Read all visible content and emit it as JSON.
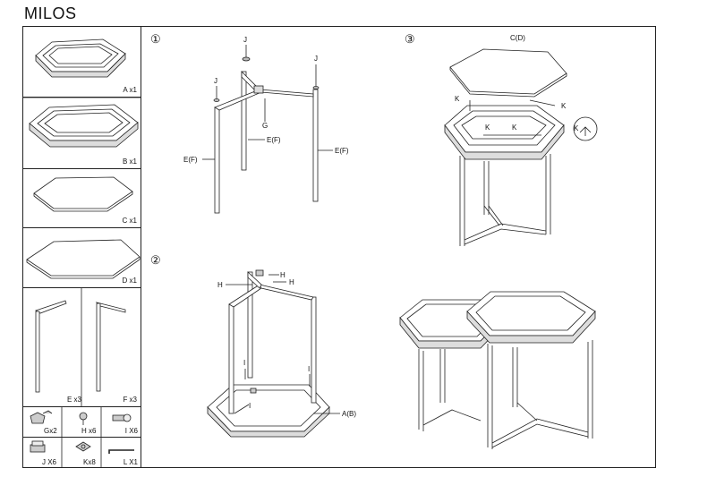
{
  "title": "MILOS",
  "parts": [
    {
      "id": "A",
      "label": "A x1"
    },
    {
      "id": "B",
      "label": "B x1"
    },
    {
      "id": "C",
      "label": "C x1"
    },
    {
      "id": "D",
      "label": "D x1"
    },
    {
      "id": "E",
      "label": "E x3"
    },
    {
      "id": "F",
      "label": "F x3"
    },
    {
      "id": "G",
      "label": "Gx2"
    },
    {
      "id": "H",
      "label": "H x6"
    },
    {
      "id": "I",
      "label": "I X6"
    },
    {
      "id": "J",
      "label": "J X6"
    },
    {
      "id": "K",
      "label": "Kx8"
    },
    {
      "id": "L",
      "label": "L X1"
    }
  ],
  "steps": {
    "s1": "①",
    "s2": "②",
    "s3": "③"
  },
  "callouts": {
    "j": "J",
    "g": "G",
    "ef": "E(F)",
    "h": "H",
    "i": "I",
    "ab": "A(B)",
    "cd": "C(D)",
    "k": "K"
  }
}
